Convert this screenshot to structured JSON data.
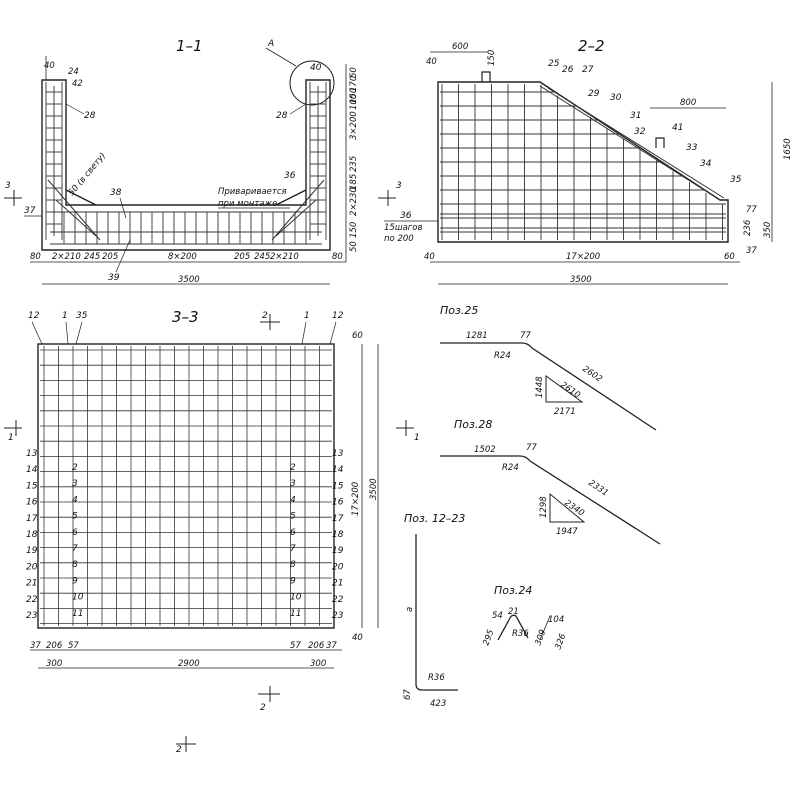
{
  "sheet": {
    "views": {
      "v11": {
        "title": "1–1",
        "callout": "А",
        "note_line1": "Приваривается",
        "note_line2": "при монтаже",
        "note_slope": "50 (в свету)",
        "top_dims": [
          "40",
          "24",
          "42"
        ],
        "marks_left": [
          "28",
          "38",
          "37"
        ],
        "marks_right": [
          "40",
          "28",
          "36"
        ],
        "mark_bottom": "39",
        "right_dims": [
          "50",
          "170",
          "150",
          "100",
          "3×200",
          "235",
          "185",
          "2×230",
          "150",
          "50"
        ],
        "bottom_dims": [
          "80",
          "2×210",
          "245",
          "205",
          "8×200",
          "205",
          "245",
          "2×210",
          "80"
        ],
        "overall": "3500",
        "section_mark": "3"
      },
      "v22": {
        "title": "2–2",
        "dim_600": "600",
        "dim_150": "150",
        "dim_800": "800",
        "dim_40": "40",
        "dim_1650": "1650",
        "marks": [
          "25",
          "26",
          "27",
          "29",
          "30",
          "31",
          "32",
          "41",
          "33",
          "34",
          "35"
        ],
        "right_dims": [
          "77",
          "236",
          "350",
          "37"
        ],
        "left_note_mark": "36",
        "left_note_line1": "15шагов",
        "left_note_line2": "по 200",
        "bottom_dims": [
          "40",
          "17×200",
          "60"
        ],
        "overall": "3500"
      },
      "v33": {
        "title": "3–3",
        "top_marks_left": [
          "12",
          "1",
          "35"
        ],
        "top_marks_right": [
          "1",
          "12"
        ],
        "left_marks": [
          "13",
          "14",
          "15",
          "16",
          "17",
          "18",
          "19",
          "20",
          "21",
          "22",
          "23"
        ],
        "right_marks": [
          "13",
          "14",
          "15",
          "16",
          "17",
          "18",
          "19",
          "20",
          "21",
          "22",
          "23"
        ],
        "boxed_marks": [
          "2",
          "3",
          "4",
          "5",
          "6",
          "7",
          "8",
          "9",
          "10",
          "11"
        ],
        "right_dims": [
          "60",
          "17×200",
          "3500",
          "40"
        ],
        "bottom_dims_left": [
          "37",
          "206",
          "57"
        ],
        "bottom_dims_right": [
          "57",
          "206",
          "37"
        ],
        "bottom_overall": [
          "300",
          "2900",
          "300"
        ],
        "section_marks": [
          "2",
          "1",
          "1",
          "2",
          "2"
        ]
      }
    },
    "details": {
      "poz25": {
        "title": "Поз.25",
        "d1": "1281",
        "d2": "77",
        "d3": "R24",
        "d4": "2602",
        "tri_h": "1448",
        "tri_hyp": "2610",
        "tri_b": "2171"
      },
      "poz28": {
        "title": "Поз.28",
        "d1": "1502",
        "d2": "77",
        "d3": "R24",
        "d4": "2331",
        "tri_h": "1298",
        "tri_hyp": "2340",
        "tri_b": "1947"
      },
      "poz1223": {
        "title": "Поз. 12–23",
        "var": "а",
        "r": "R36",
        "d1": "67",
        "d2": "423"
      },
      "poz24": {
        "title": "Поз.24",
        "d1": "54",
        "d2": "21",
        "d3": "295",
        "d4": "R36",
        "d5": "309",
        "d6": "104",
        "d7": "326"
      }
    }
  }
}
